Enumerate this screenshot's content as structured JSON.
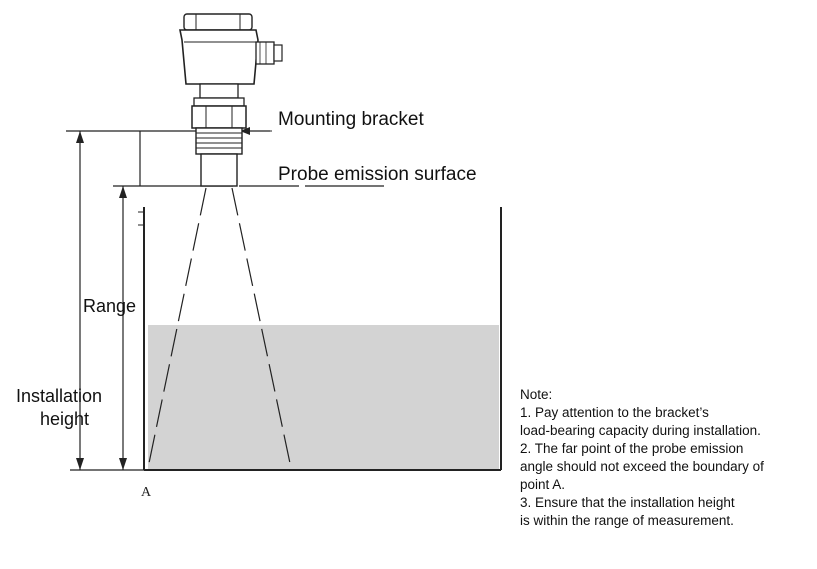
{
  "labels": {
    "mounting_bracket": "Mounting bracket",
    "probe_emission_surface": "Probe emission surface",
    "range": "Range",
    "installation_height_line1": "Installation",
    "installation_height_line2": "height",
    "point_a": "A"
  },
  "notes": {
    "title": "Note:",
    "lines": [
      "1. Pay attention to the bracket’s",
      "load-bearing capacity during installation.",
      "2. The far point of the probe emission",
      "angle should not exceed the boundary of",
      "point A.",
      "3. Ensure that the installation height",
      "is within the range of measurement."
    ]
  },
  "colors": {
    "liquid": "#d3d3d3",
    "line": "#222222"
  }
}
